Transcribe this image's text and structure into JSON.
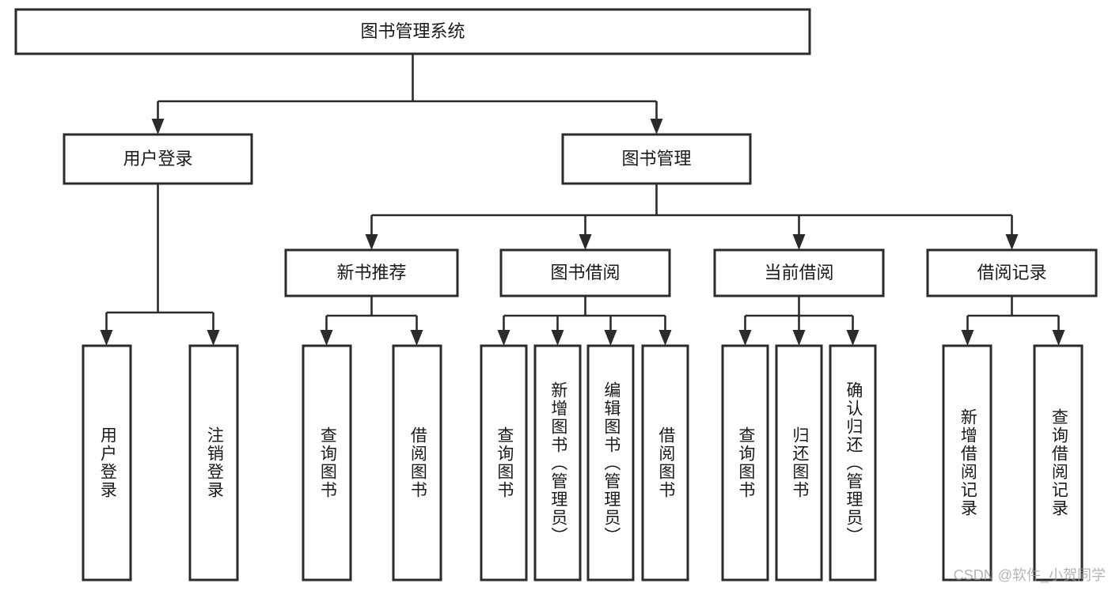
{
  "diagram": {
    "title_node": {
      "label": "图书管理系统"
    },
    "level2": [
      {
        "id": "user-login",
        "label": "用户登录"
      },
      {
        "id": "book-management",
        "label": "图书管理"
      }
    ],
    "level3": [
      {
        "id": "new-book-recommend",
        "label": "新书推荐"
      },
      {
        "id": "book-borrow",
        "label": "图书借阅"
      },
      {
        "id": "current-borrow",
        "label": "当前借阅"
      },
      {
        "id": "borrow-record",
        "label": "借阅记录"
      }
    ],
    "leaves": {
      "user_login": [
        {
          "id": "leaf-user-login",
          "label": "用户登录"
        },
        {
          "id": "leaf-logout-login",
          "label": "注销登录"
        }
      ],
      "new_book_recommend": [
        {
          "id": "leaf-query-book-1",
          "label": "查询图书"
        },
        {
          "id": "leaf-borrow-book-1",
          "label": "借阅图书"
        }
      ],
      "book_borrow": [
        {
          "id": "leaf-query-book-2",
          "label": "查询图书"
        },
        {
          "id": "leaf-add-book",
          "label": "新增图书（管理员）"
        },
        {
          "id": "leaf-edit-book",
          "label": "编辑图书（管理员）"
        },
        {
          "id": "leaf-borrow-book-2",
          "label": "借阅图书"
        }
      ],
      "current_borrow": [
        {
          "id": "leaf-query-book-3",
          "label": "查询图书"
        },
        {
          "id": "leaf-return-book",
          "label": "归还图书"
        },
        {
          "id": "leaf-confirm-return",
          "label": "确认归还（管理员）"
        }
      ],
      "borrow_record": [
        {
          "id": "leaf-add-record",
          "label": "新增借阅记录"
        },
        {
          "id": "leaf-query-record",
          "label": "查询借阅记录"
        }
      ]
    },
    "watermark": "CSDN @软件_小贺同学",
    "colors": {
      "stroke": "#2b2b2b",
      "fill": "#ffffff",
      "text": "#1a1a1a",
      "watermark": "#9d9d9d"
    }
  }
}
